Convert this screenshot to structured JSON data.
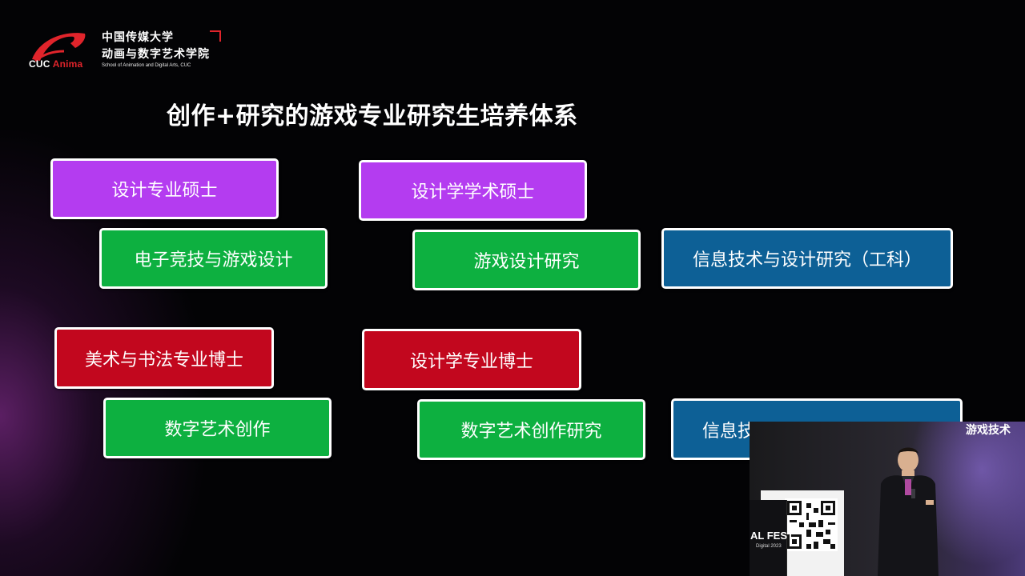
{
  "logo": {
    "brand": "CUC",
    "brand_accent": "Anima",
    "cn_line1": "中国传媒大学",
    "cn_line2": "动画与数字艺术学院",
    "en_line": "School of Animation and Digital Arts, CUC"
  },
  "title": "创作+研究的游戏专业研究生培养体系",
  "boxes": [
    {
      "label": "设计专业硕士",
      "color": "#b43cf0"
    },
    {
      "label": "设计学学术硕士",
      "color": "#b43cf0"
    },
    {
      "label": "电子竞技与游戏设计",
      "color": "#0db040"
    },
    {
      "label": "游戏设计研究",
      "color": "#0db040"
    },
    {
      "label": "信息技术与设计研究（工科）",
      "color": "#0d6096"
    },
    {
      "label": "美术与书法专业博士",
      "color": "#c2071e"
    },
    {
      "label": "设计学专业博士",
      "color": "#c2071e"
    },
    {
      "label": "数字艺术创作",
      "color": "#0db040"
    },
    {
      "label": "数字艺术创作研究",
      "color": "#0db040"
    },
    {
      "label": "信息技术与设计研究（工科）",
      "color": "#0d6096"
    }
  ],
  "video": {
    "side_label": "游戏技术",
    "banner_text": "AL FEST",
    "banner_small": "Digital 2023"
  },
  "colors": {
    "accent_red": "#e0242b"
  }
}
